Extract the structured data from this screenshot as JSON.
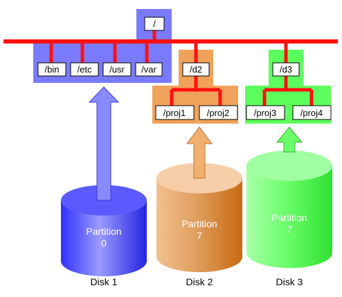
{
  "root_dir": "/",
  "disk1": {
    "dirs": [
      "/bin",
      "/etc",
      "/usr",
      "/var"
    ],
    "partition_label": "Partition",
    "partition_number": "0",
    "disk_label": "Disk 1"
  },
  "disk2": {
    "mount_dir": "/d2",
    "sub_dirs": [
      "/proj1",
      "/proj2"
    ],
    "partition_label": "Partition",
    "partition_number": "7",
    "disk_label": "Disk 2"
  },
  "disk3": {
    "mount_dir": "/d3",
    "sub_dirs": [
      "/proj3",
      "/proj4"
    ],
    "partition_label": "Partition",
    "partition_number": "7",
    "disk_label": "Disk 3"
  },
  "colors": {
    "bus": "#ff1010",
    "disk1": "#7a7aff",
    "disk2": "#f0a25a",
    "disk3": "#5cff5c",
    "label_box": "#ffffff",
    "text": "#000000"
  }
}
